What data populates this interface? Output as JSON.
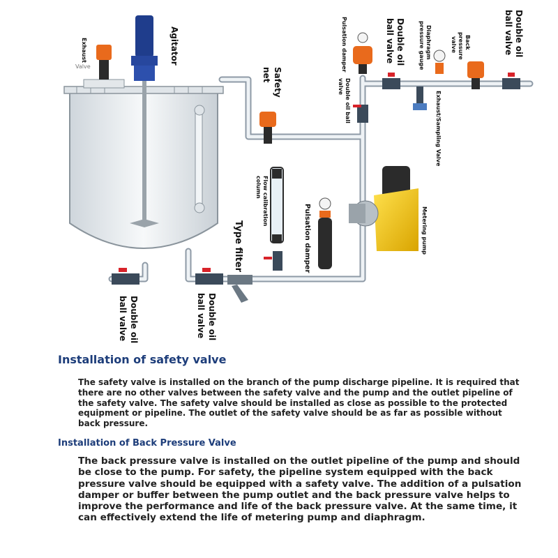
{
  "diagram": {
    "labels": {
      "exhaust_valve_1": "Exhaust",
      "exhaust_valve_2": "Valve",
      "agitator": "Agitator",
      "safety_net_1": "Safety",
      "safety_net_2": "net",
      "pulsation_damper_top": "Pulsation damper",
      "double_oil_ball_valve_small_1": "Double oil ball",
      "double_oil_ball_valve_small_2": "valve",
      "double_oil_ball_valve_top_1": "Double oil",
      "double_oil_ball_valve_top_2": "ball valve",
      "diaphragm_pressure_gauge_1": "Diaphragm",
      "diaphragm_pressure_gauge_2": "pressure gauge",
      "back_pressure_valve_1": "Back",
      "back_pressure_valve_2": "pressure",
      "back_pressure_valve_3": "valve",
      "double_oil_ball_valve_right_1": "Double oil",
      "double_oil_ball_valve_right_2": "ball valve",
      "exhaust_sampling_valve": "Exhaust/Sampling Valve",
      "flow_calibration_1": "Flow calibration",
      "flow_calibration_2": "column",
      "pulsation_damper_mid": "Pulsation damper",
      "metering_pump": "Metering pump",
      "type_filter": "Type filter",
      "double_oil_ball_valve_bl_1": "Double oil",
      "double_oil_ball_valve_bl_2": "ball valve",
      "double_oil_ball_valve_bm_1": "Double oil",
      "double_oil_ball_valve_bm_2": "ball valve"
    },
    "colors": {
      "pipe": "#e9eef2",
      "pipe_edge": "#8e9aa6",
      "valve_body": "#e96a1c",
      "handle": "#d8232a",
      "pump_body": "#f2c400",
      "pump_motor": "#2b2b2b",
      "agitator_motor": "#1f3d8c"
    }
  },
  "section1": {
    "heading": "Installation of safety valve",
    "body": "The safety valve is installed on the branch of the pump discharge pipeline. It is required that there are no other valves between the safety valve and the pump and the outlet pipeline of the safety valve. The safety valve should be installed as close as possible to the protected equipment or pipeline. The outlet of the safety valve should be as far as possible without back pressure."
  },
  "section2": {
    "heading": "Installation of Back Pressure Valve",
    "body": "The back pressure valve is installed on the outlet pipeline of the pump and should be close to the pump. For safety, the pipeline system equipped with the back pressure valve should be equipped with a safety valve. The addition of a pulsation damper or buffer between the pump outlet and the back pressure valve helps to improve the performance and life of the back pressure valve. At the same time, it can effectively extend the life of metering pump and diaphragm."
  }
}
